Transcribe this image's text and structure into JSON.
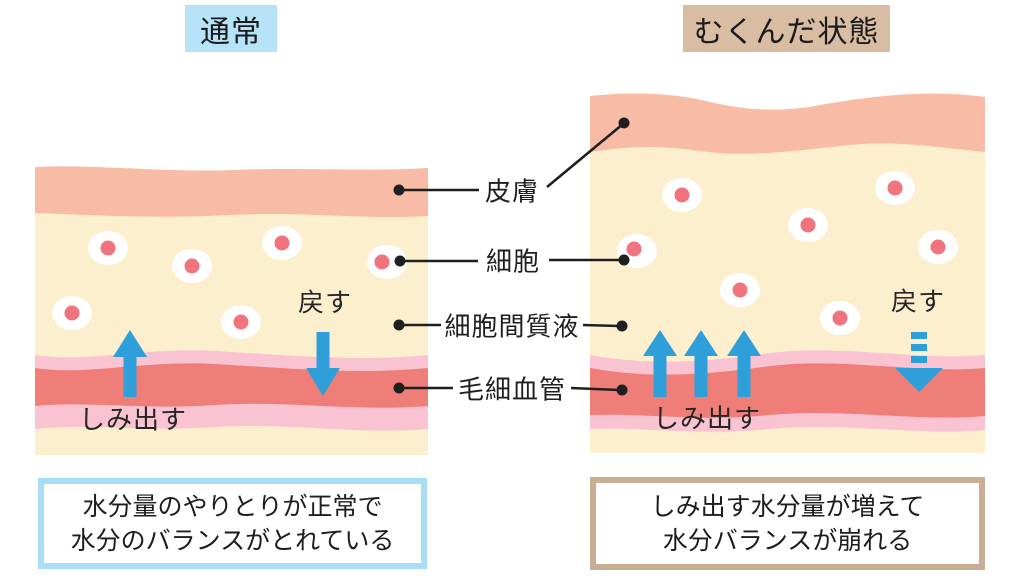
{
  "titles": {
    "normal": "通常",
    "swollen": "むくんだ状態"
  },
  "layer_labels": {
    "skin": "皮膚",
    "cell": "細胞",
    "interstitial_fluid": "細胞間質液",
    "capillary": "毛細血管"
  },
  "flow_labels": {
    "normal_seep": "しみ出す",
    "normal_return": "戻す",
    "swollen_seep": "しみ出す",
    "swollen_return": "戻す"
  },
  "captions": {
    "normal_line1": "水分量のやりとりが正常で",
    "normal_line2": "水分のバランスがとれている",
    "swollen_line1": "しみ出す水分量が増えて",
    "swollen_line2": "水分バランスが崩れる"
  },
  "colors": {
    "skin": "#f8bba5",
    "cream": "#fcefcd",
    "cap_pink": "#f9c3d1",
    "cap_red": "#ef7d78",
    "cell_body": "#ffffff",
    "cell_nucleus": "#f0737e",
    "arrow_blue": "#2f9fd9",
    "line_black": "#1f1f1f",
    "title_normal_bg": "#b6e3f7",
    "title_swollen_bg": "#d9bda3",
    "caption_normal_border": "#a8def5",
    "caption_swollen_border": "#c9ae93"
  }
}
